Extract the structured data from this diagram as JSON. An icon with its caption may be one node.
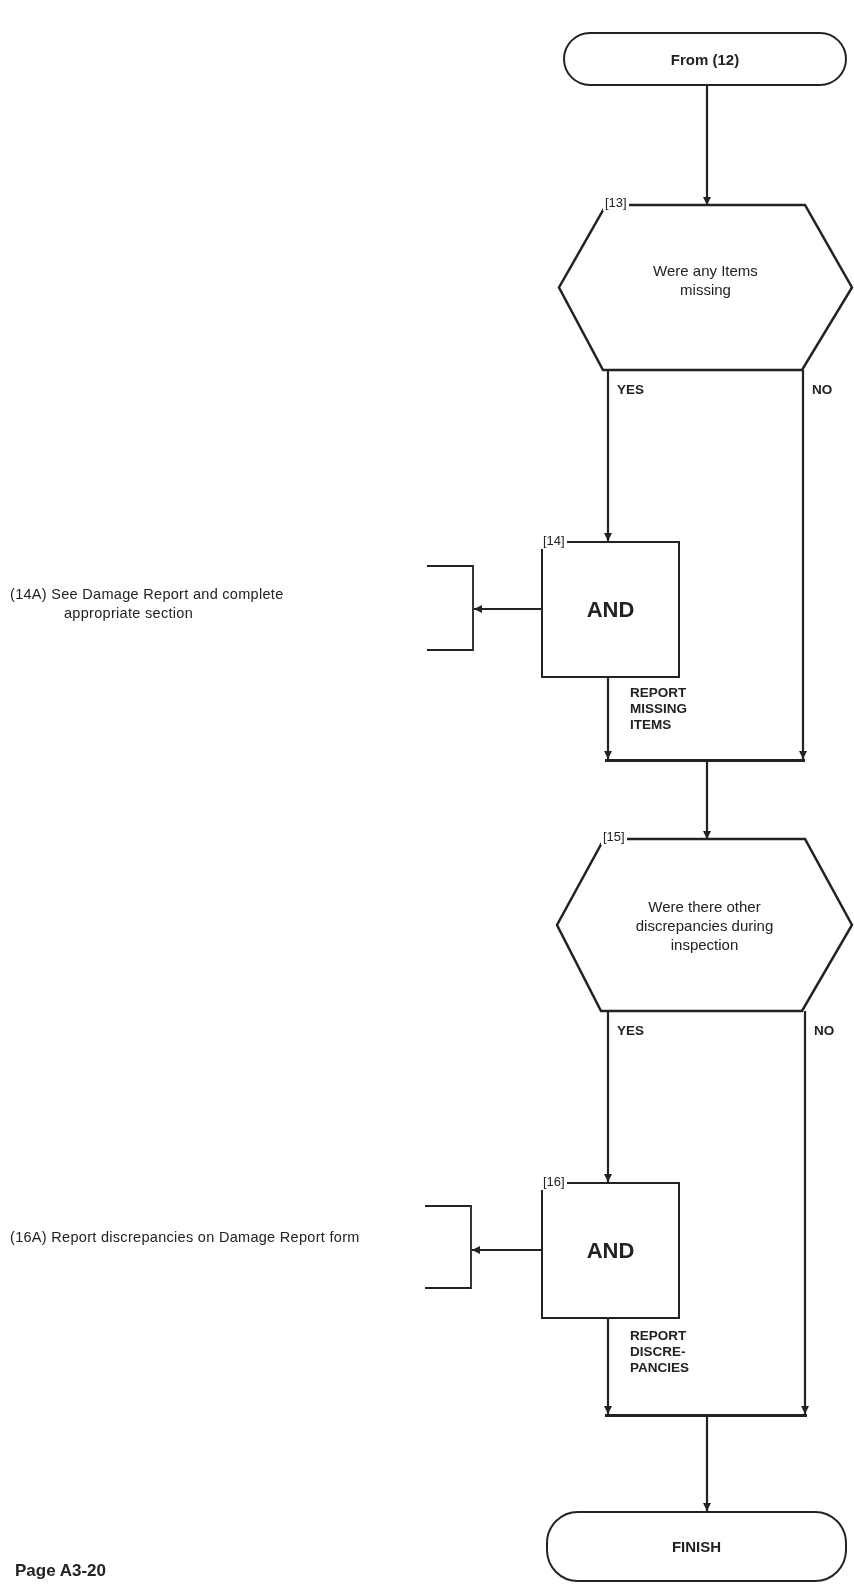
{
  "diagram": {
    "nodes": [
      {
        "text": [
          "From (12)"
        ]
      },
      {
        "text": [
          "[13]",
          "Were any Items missing"
        ]
      },
      {
        "text": [
          "[14]",
          "AND"
        ]
      },
      {
        "text": [
          "(14A) See Damage Report and complete appropriate section"
        ]
      },
      {
        "text": [],
        "shape": "bar"
      },
      {
        "text": [
          "[15]",
          "Were there other discrepancies during inspection"
        ]
      },
      {
        "text": [
          "[16]",
          "AND"
        ]
      },
      {
        "text": [
          "(16A) Report discrepancies on Damage Report form"
        ]
      },
      {
        "text": [],
        "shape": "bar"
      },
      {
        "text": [
          "FINISH"
        ]
      }
    ],
    "edges": [
      {
        "from": 0,
        "to": 1,
        "arrow": "to"
      },
      {
        "from": 1,
        "to": 2,
        "arrow": "to",
        "label": "YES"
      },
      {
        "from": 1,
        "to": 4,
        "arrow": "to",
        "label": "NO"
      },
      {
        "from": 2,
        "to": 3,
        "arrow": "to"
      },
      {
        "from": 2,
        "to": 4,
        "arrow": "to",
        "label": "REPORT MISSING ITEMS"
      },
      {
        "from": 4,
        "to": 5,
        "arrow": "to"
      },
      {
        "from": 5,
        "to": 6,
        "arrow": "to",
        "label": "YES"
      },
      {
        "from": 5,
        "to": 8,
        "arrow": "to",
        "label": "NO"
      },
      {
        "from": 6,
        "to": 7,
        "arrow": "to"
      },
      {
        "from": 6,
        "to": 8,
        "arrow": "to",
        "label": "REPORT DISCRE- PANCIES"
      },
      {
        "from": 8,
        "to": 9,
        "arrow": "to"
      }
    ],
    "labels": [
      "Page A3-20"
    ]
  }
}
